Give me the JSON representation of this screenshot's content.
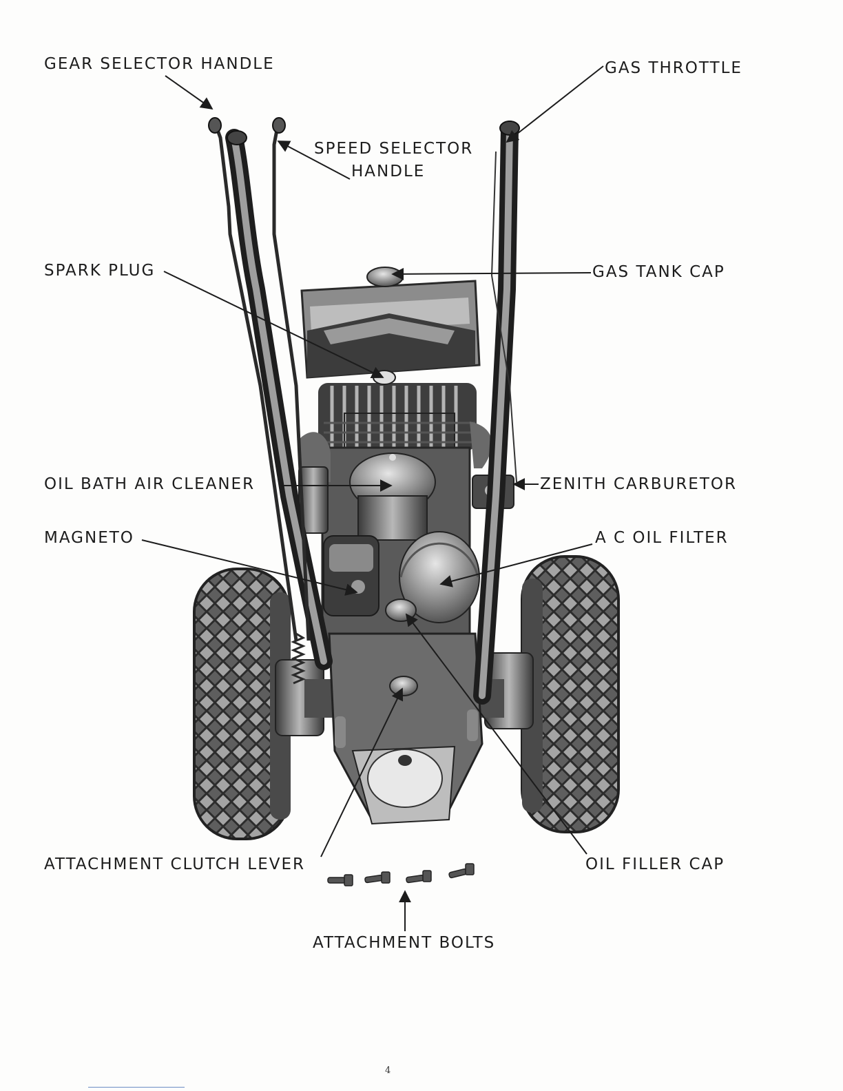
{
  "page_number": "4",
  "labels": {
    "gear_selector_handle": "GEAR SELECTOR HANDLE",
    "gas_throttle": "GAS THROTTLE",
    "speed_selector_1": "SPEED SELECTOR",
    "speed_selector_2": "HANDLE",
    "spark_plug": "SPARK PLUG",
    "gas_tank_cap": "GAS TANK CAP",
    "oil_bath_air_cleaner": "OIL BATH AIR CLEANER",
    "zenith_carburetor": "ZENITH CARBURETOR",
    "magneto": "MAGNETO",
    "ac_oil_filter": "A C OIL FILTER",
    "attachment_clutch_lever": "ATTACHMENT CLUTCH LEVER",
    "oil_filler_cap": "OIL FILLER CAP",
    "attachment_bolts": "ATTACHMENT BOLTS"
  },
  "colors": {
    "ink": "#1c1c1c",
    "metal_dark": "#3a3a3a",
    "metal_mid": "#7a7a7a",
    "metal_light": "#c9c9c9"
  }
}
